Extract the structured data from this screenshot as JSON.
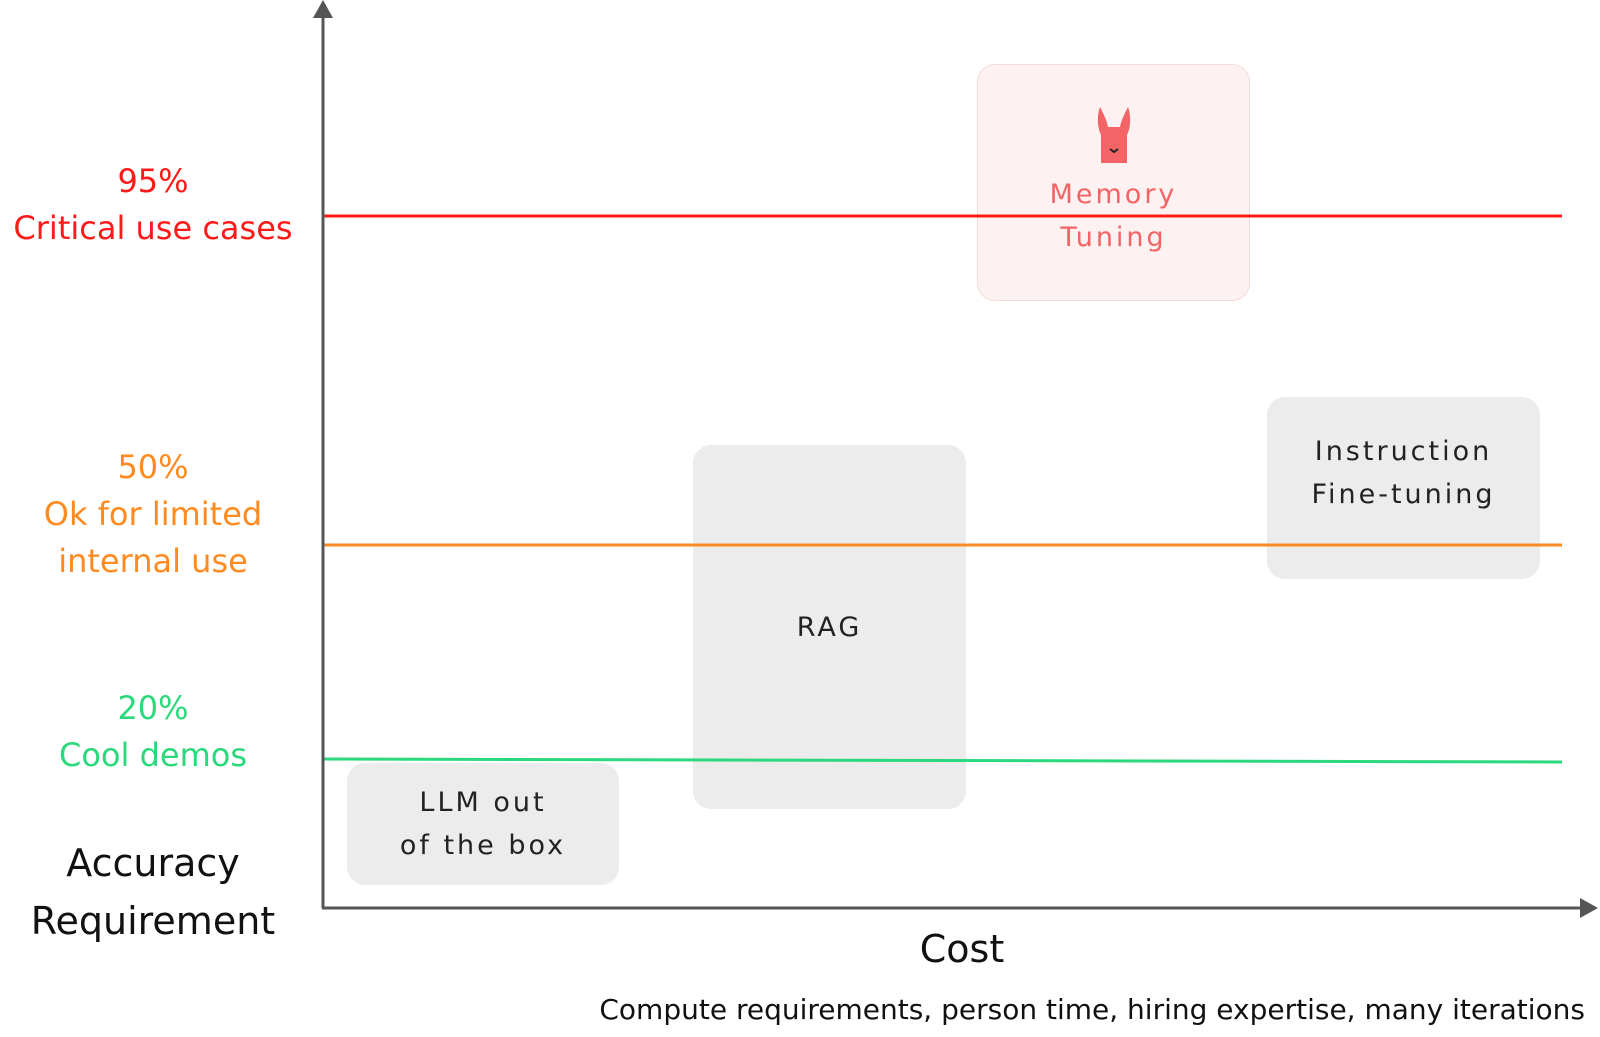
{
  "y_axis_title": [
    "Accuracy",
    "Requirement"
  ],
  "x_axis_title": "Cost",
  "x_axis_subtitle": "Compute requirements, person time, hiring expertise, many iterations",
  "levels": [
    {
      "percent": "95%",
      "lines": [
        "Critical use cases"
      ],
      "color": "#ff1a1a"
    },
    {
      "percent": "50%",
      "lines": [
        "Ok for limited",
        "internal use"
      ],
      "color": "#ff8a1f"
    },
    {
      "percent": "20%",
      "lines": [
        "Cool demos"
      ],
      "color": "#2bd97c"
    }
  ],
  "boxes": {
    "llm": [
      "LLM out",
      "of the box"
    ],
    "rag": [
      "RAG"
    ],
    "instruction": [
      "Instruction",
      "Fine-tuning"
    ],
    "memory": [
      "Memory",
      "Tuning"
    ]
  },
  "memory_icon": "llama-icon",
  "colors": {
    "axis": "#555555",
    "box_bg": "#ececec",
    "memory_accent": "#f26466"
  }
}
